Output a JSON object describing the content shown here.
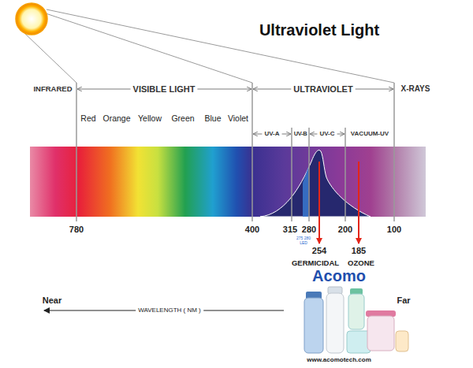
{
  "diagram": {
    "title": "Ultraviolet Light",
    "labels": [
      "INFRARED",
      "VISIBLE LIGHT",
      "ULTRAVIOLET",
      "X-RAYS",
      "Red",
      "Orange",
      "Yellow",
      "Green",
      "Blue",
      "Violet",
      "UV-A",
      "UV-B",
      "UV-C",
      "VACUUM-UV",
      "780",
      "400",
      "315",
      "280",
      "200",
      "100",
      "275 280 LED",
      "254",
      "185",
      "GERMICIDAL",
      "OZONE",
      "Acomo",
      "Near",
      "Far",
      "WAVELENGTH ( NM )",
      "www.acomotech.com"
    ]
  }
}
